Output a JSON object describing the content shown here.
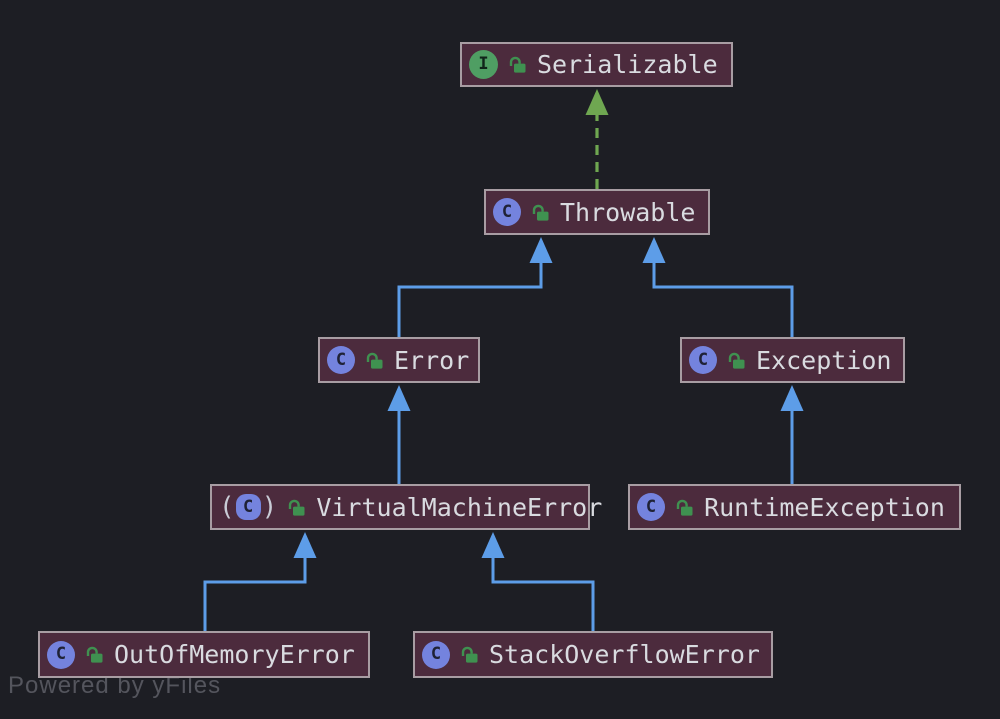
{
  "canvas": {
    "watermark": "Powered by yFiles",
    "background_color": "#1d1e24"
  },
  "colors": {
    "node_fill": "#4c2b3d",
    "node_border": "#a89da3",
    "node_text": "#d9dbe0",
    "extends_edge": "#5d9de8",
    "implements_edge": "#6fa751",
    "class_icon_fill": "#7483de",
    "interface_icon_fill": "#4f9e63",
    "lock_icon_green": "#3f9150",
    "watermark_text": "#54555d"
  },
  "icons": {
    "class_glyph": "C",
    "interface_glyph": "I",
    "abstract_paren_open": "(",
    "abstract_paren_close": ")"
  },
  "nodes": [
    {
      "id": "serializable",
      "label": "Serializable",
      "kind": "interface",
      "lock": "open"
    },
    {
      "id": "throwable",
      "label": "Throwable",
      "kind": "class",
      "lock": "open"
    },
    {
      "id": "error",
      "label": "Error",
      "kind": "class",
      "lock": "open"
    },
    {
      "id": "exception",
      "label": "Exception",
      "kind": "class",
      "lock": "open"
    },
    {
      "id": "virtualmachineerror",
      "label": "VirtualMachineError",
      "kind": "abstract-class",
      "lock": "open"
    },
    {
      "id": "runtimeexception",
      "label": "RuntimeException",
      "kind": "class",
      "lock": "open"
    },
    {
      "id": "outofmemoryerror",
      "label": "OutOfMemoryError",
      "kind": "class",
      "lock": "open"
    },
    {
      "id": "stackoverflowerror",
      "label": "StackOverflowError",
      "kind": "class",
      "lock": "open"
    }
  ],
  "edges": [
    {
      "from": "Throwable",
      "to": "Serializable",
      "type": "implements",
      "style": "dashed-green"
    },
    {
      "from": "Error",
      "to": "Throwable",
      "type": "extends",
      "style": "solid-blue"
    },
    {
      "from": "Exception",
      "to": "Throwable",
      "type": "extends",
      "style": "solid-blue"
    },
    {
      "from": "VirtualMachineError",
      "to": "Error",
      "type": "extends",
      "style": "solid-blue"
    },
    {
      "from": "RuntimeException",
      "to": "Exception",
      "type": "extends",
      "style": "solid-blue"
    },
    {
      "from": "OutOfMemoryError",
      "to": "VirtualMachineError",
      "type": "extends",
      "style": "solid-blue"
    },
    {
      "from": "StackOverflowError",
      "to": "VirtualMachineError",
      "type": "extends",
      "style": "solid-blue"
    }
  ]
}
